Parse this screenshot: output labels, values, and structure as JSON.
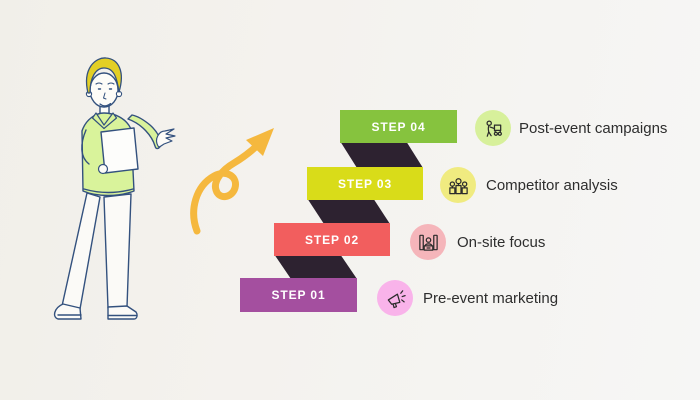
{
  "colors": {
    "connector": "#2d2230",
    "arrow": "#f5b83e",
    "outline": "#33517e",
    "sweater": "#d9f39b",
    "hair": "#e3cf25",
    "skin": "#fdfcf8",
    "pants": "#fbfaf7",
    "label_text": "#2e2e2e"
  },
  "steps": [
    {
      "label": "STEP 01",
      "description": "Pre-event marketing",
      "bar_color": "#a44f9f",
      "icon": "megaphone-icon",
      "icon_bg": "#f9b3ea"
    },
    {
      "label": "STEP 02",
      "description": "On-site focus",
      "bar_color": "#f25e5e",
      "icon": "event-booth-icon",
      "icon_bg": "#f5b5ba"
    },
    {
      "label": "STEP 03",
      "description": "Competitor analysis",
      "bar_color": "#d9dc19",
      "icon": "podium-ranking-icon",
      "icon_bg": "#f0eb80"
    },
    {
      "label": "STEP 04",
      "description": "Post-event campaigns",
      "bar_color": "#86c33e",
      "icon": "delivery-cart-icon",
      "icon_bg": "#d7f09b"
    }
  ],
  "illustration": {
    "name": "man presenting with clipboard"
  }
}
